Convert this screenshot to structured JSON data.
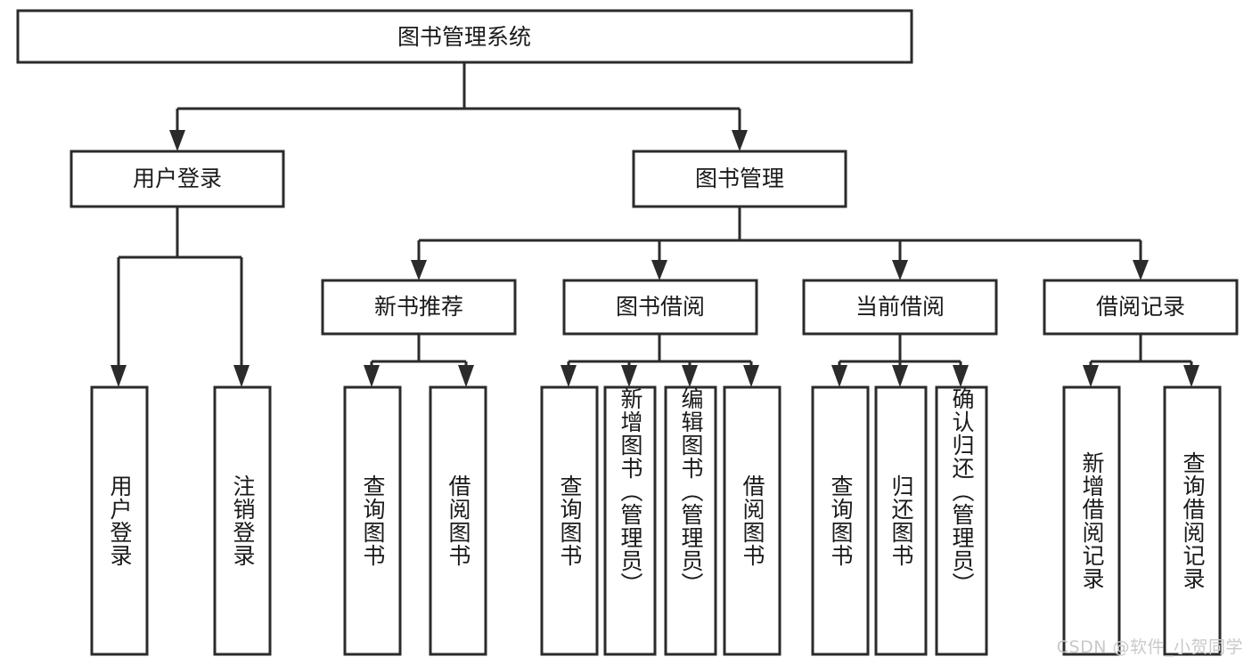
{
  "diagram": {
    "type": "tree",
    "title": "图书管理系统",
    "root": {
      "id": "root",
      "label": "图书管理系统",
      "level": 1
    },
    "level2": [
      {
        "id": "user-login",
        "label": "用户登录"
      },
      {
        "id": "book-manage",
        "label": "图书管理"
      }
    ],
    "level3": [
      {
        "id": "new-book-rec",
        "label": "新书推荐",
        "parent": "book-manage"
      },
      {
        "id": "book-borrow",
        "label": "图书借阅",
        "parent": "book-manage"
      },
      {
        "id": "current-borrow",
        "label": "当前借阅",
        "parent": "book-manage"
      },
      {
        "id": "borrow-record",
        "label": "借阅记录",
        "parent": "book-manage"
      }
    ],
    "leaves": [
      {
        "id": "leaf-user-login",
        "label": "用户登录",
        "parent": "user-login"
      },
      {
        "id": "leaf-logout",
        "label": "注销登录",
        "parent": "user-login"
      },
      {
        "id": "leaf-query-book-1",
        "label": "查询图书",
        "parent": "new-book-rec"
      },
      {
        "id": "leaf-borrow-book-1",
        "label": "借阅图书",
        "parent": "new-book-rec"
      },
      {
        "id": "leaf-query-book-2",
        "label": "查询图书",
        "parent": "book-borrow"
      },
      {
        "id": "leaf-add-book",
        "label": "新增图书（管理员）",
        "parent": "book-borrow"
      },
      {
        "id": "leaf-edit-book",
        "label": "编辑图书（管理员）",
        "parent": "book-borrow"
      },
      {
        "id": "leaf-borrow-book-2",
        "label": "借阅图书",
        "parent": "book-borrow"
      },
      {
        "id": "leaf-query-book-3",
        "label": "查询图书",
        "parent": "current-borrow"
      },
      {
        "id": "leaf-return-book",
        "label": "归还图书",
        "parent": "current-borrow"
      },
      {
        "id": "leaf-confirm-return",
        "label": "确认归还（管理员）",
        "parent": "current-borrow"
      },
      {
        "id": "leaf-add-record",
        "label": "新增借阅记录",
        "parent": "borrow-record"
      },
      {
        "id": "leaf-query-record",
        "label": "查询借阅记录",
        "parent": "borrow-record"
      }
    ]
  },
  "watermark": {
    "text": "CSDN @软件_小贺同学"
  },
  "colors": {
    "stroke": "#2b2b2b",
    "box_fill": "#ffffff",
    "text": "#1a1a1a",
    "watermark": "#c9c9c9",
    "background": "#ffffff"
  }
}
